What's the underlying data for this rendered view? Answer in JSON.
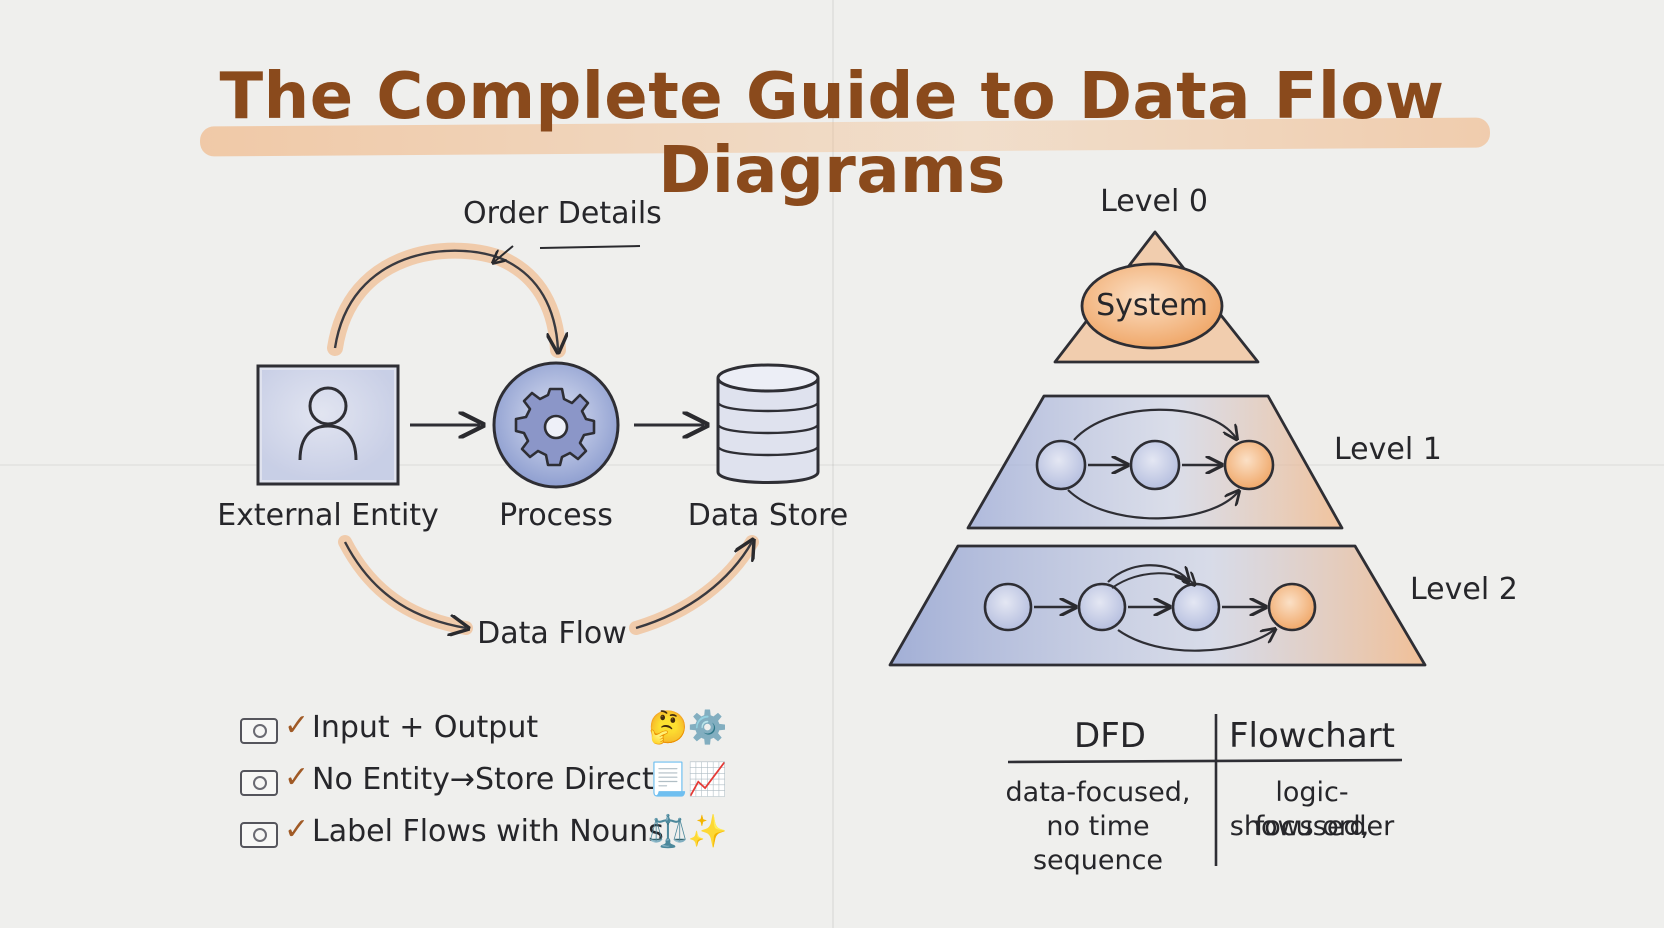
{
  "title": "The Complete Guide to Data Flow Diagrams",
  "components": {
    "top_flow_label": "Order Details",
    "external_entity": "External Entity",
    "process": "Process",
    "data_store": "Data Store",
    "bottom_flow_label": "Data Flow"
  },
  "levels": {
    "level0": "Level 0",
    "system": "System",
    "level1": "Level 1",
    "level2": "Level 2"
  },
  "checklist": [
    {
      "text": "Input + Output",
      "mark": "✓",
      "emoji": "🤔⚙️"
    },
    {
      "text": "No Entity→Store Direct",
      "mark": "✓",
      "emoji": "📃📈"
    },
    {
      "text": "Label Flows with Nouns",
      "mark": "✓",
      "emoji": "⚖️✨"
    }
  ],
  "comparison": {
    "headers": [
      "DFD",
      "Flowchart"
    ],
    "dfd_line1": "data-focused,",
    "dfd_line2": "no time sequence",
    "flow_line1": "logic-focused,",
    "flow_line2": "shows order"
  },
  "colors": {
    "title": "#8a4a1c",
    "accent_orange": "#f0a86a",
    "accent_blue": "#8f9fd0",
    "ink": "#2a2a2e"
  }
}
